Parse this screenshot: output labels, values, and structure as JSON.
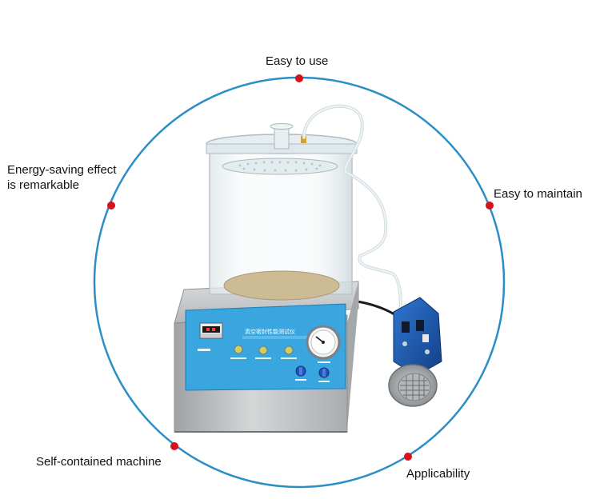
{
  "colors": {
    "ring": "#2b8fc6",
    "dot": "#d8101a",
    "panel": "#3aa6e0",
    "steel": "#b9bcbe",
    "tube": "#d9e3e7",
    "pump_blue": "#1f5fb7"
  },
  "features": {
    "top": "Easy to use",
    "right": "Easy to maintain",
    "left_line1": "Energy-saving effect",
    "left_line2": "is remarkable",
    "bottom_left": "Self-contained machine",
    "bottom_right": "Applicability"
  },
  "device_panel": {
    "title_cn": "真空密封性能测试仪"
  }
}
